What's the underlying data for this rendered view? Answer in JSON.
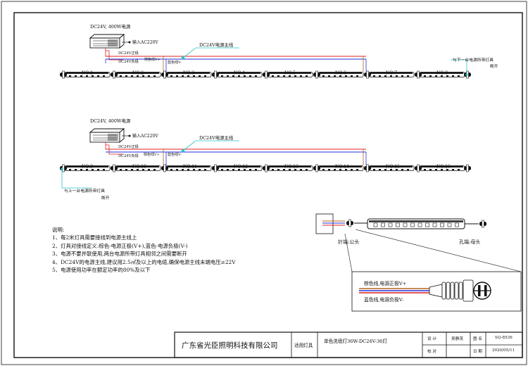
{
  "group_top": {
    "power_supply": "DC24V, 400W电源",
    "input": "输入AC220V",
    "dc_pos": "DC24V正极",
    "dc_neg": "DC24V负极",
    "main_line": "DC24V电源主线",
    "brown_wire": "棕色线V+",
    "blue_wire": "蓝色线V-",
    "link_note_line1": "与下一台电源所带灯具",
    "link_note_line2": "断开",
    "lamps": [
      "NO.1",
      "NO.2",
      "NO.3",
      "NO.4",
      "NO.5",
      "NO.6",
      "NO.7",
      "NO.8"
    ]
  },
  "group_bottom": {
    "power_supply": "DC24V, 400W电源",
    "input": "输入AC220V",
    "dc_pos": "DC24V正极",
    "dc_neg": "DC24V负极",
    "main_line": "DC24V电源主线",
    "brown_wire": "棕色线V+",
    "blue_wire": "蓝色线V-",
    "link_note_line1": "与上一台电源所带灯具",
    "link_note_line2": "断开",
    "lamps": [
      "NO.9",
      "NO.10",
      "NO.11",
      "NO.12",
      "NO.13",
      "NO.14",
      "NO.15",
      "NO.16"
    ]
  },
  "notes": {
    "title": "说明:",
    "items": [
      "1、每2米灯具需要接线到电源主线上",
      "2、灯具对接线定义:棕色-电源正极(V+),蓝色-电源负极(V-)",
      "3、电源不要并联使用,两台电源所带灯具相邻之间需要断开",
      "4、DC24V的电源主线,建议用2.5㎡及以上的电缆,确保电源主线末端电压≥22V",
      "5、电源使用功率在额定功率的80%及以下"
    ]
  },
  "connector": {
    "male": "针端:公头",
    "female": "孔端:母头",
    "brown": "棕色线,电源正极V+",
    "blue": "蓝色线,电源负极V-"
  },
  "title_block": {
    "company": "广东省光臣照明科技有限公司",
    "applicable_label": "适用灯具",
    "product": "单色洗墙灯36W-DC24V-36灯",
    "design_label": "设 计",
    "designer": "吴静茂",
    "check_label": "校 对",
    "drawing_no_label": "图 名",
    "drawing_no": "SQ-8536",
    "date_label": "日 期",
    "date": "2020/05/11"
  },
  "colors": {
    "brown": "#b5651d",
    "blue": "#2230d8",
    "red": "#e02020",
    "cyan": "#2fc3c8",
    "ink": "#111111"
  }
}
